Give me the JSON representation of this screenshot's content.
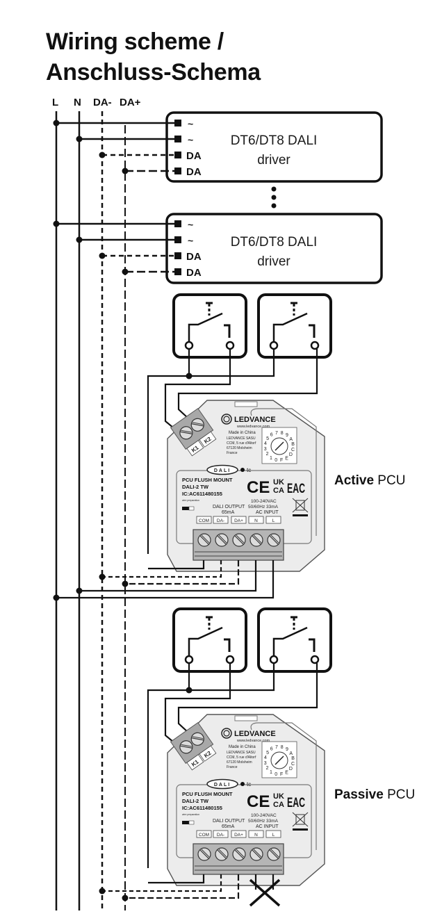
{
  "title": {
    "line1": "Wiring scheme /",
    "line2": "Anschluss-Schema"
  },
  "bus_lines": {
    "L": "L",
    "N": "N",
    "DA_minus": "DA-",
    "DA_plus": "DA+"
  },
  "drivers": [
    {
      "name_line1": "DT6/DT8 DALI",
      "name_line2": "driver",
      "pins": [
        "~",
        "~",
        "DA",
        "DA"
      ]
    },
    {
      "name_line1": "DT6/DT8 DALI",
      "name_line2": "driver",
      "pins": [
        "~",
        "~",
        "DA",
        "DA"
      ]
    }
  ],
  "pcu_units": [
    {
      "role_bold": "Active",
      "role_rest": " PCU",
      "ac_input_connected": true
    },
    {
      "role_bold": "Passive",
      "role_rest": " PCU",
      "ac_input_connected": false
    }
  ],
  "device_label": {
    "brand": "LEDVANCE",
    "website": "www.ledvance.com",
    "made_in": "Made in China",
    "address": [
      "LEDVANCE SASU",
      "CCM, 5 rue d'Altorf",
      "67120 Molsheim",
      "France"
    ],
    "dali_logo": "DALI",
    "tc": "tc",
    "product": "PCU FLUSH MOUNT",
    "variant": "DALI-2 TW",
    "ic": "IC:AC611480155",
    "marks": [
      "CE",
      "UK CA",
      "EAC"
    ],
    "dial_digits": [
      "7",
      "8",
      "9",
      "A",
      "B",
      "C",
      "D",
      "E",
      "F",
      "0",
      "1",
      "2",
      "3",
      "4",
      "5",
      "6"
    ],
    "ac_spec_line1": "100-240VAC",
    "ac_spec_line2": "50/60Hz 33mA",
    "ac_spec_line3": "AC INPUT",
    "dali_output_line1": "DALI OUTPUT",
    "dali_output_line2": "65mA",
    "wire_note": "wire preparation",
    "terminals": [
      "COM",
      "DA-",
      "DA+",
      "N",
      "L"
    ],
    "switch_terminals": [
      "K1",
      "K2"
    ]
  }
}
